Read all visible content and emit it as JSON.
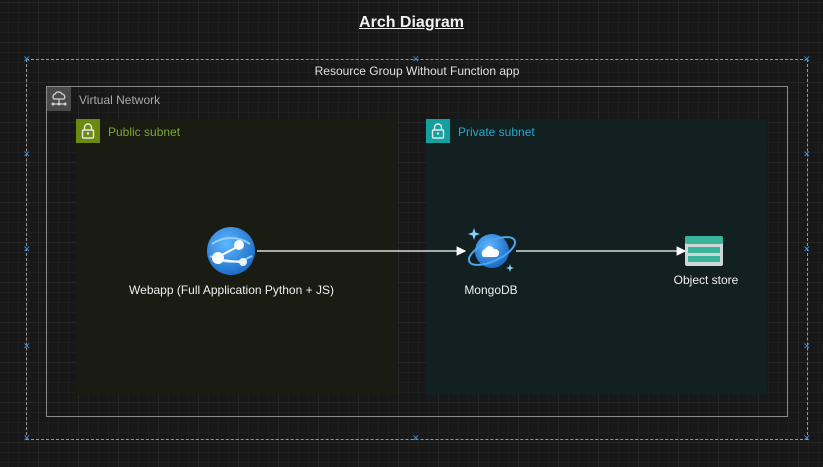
{
  "title": "Arch Diagram",
  "resource_group": {
    "label": "Resource Group Without Function app"
  },
  "virtual_network": {
    "label": "Virtual Network",
    "icon": "cloud-network-icon"
  },
  "subnets": [
    {
      "label": "Public subnet",
      "icon": "lock-icon",
      "color": "#6a8a10"
    },
    {
      "label": "Private subnet",
      "icon": "lock-icon",
      "color": "#12a0a0"
    }
  ],
  "nodes": [
    {
      "id": "webapp",
      "label": "Webapp (Full Application Python + JS)",
      "icon": "azure-app-service-icon"
    },
    {
      "id": "mongodb",
      "label": "MongoDB",
      "icon": "cosmos-db-icon"
    },
    {
      "id": "objectstore",
      "label": "Object store",
      "icon": "storage-icon"
    }
  ],
  "edges": [
    {
      "from": "webapp",
      "to": "mongodb"
    },
    {
      "from": "mongodb",
      "to": "objectstore"
    }
  ],
  "colors": {
    "accent": "#3d8fd8",
    "edge": "#ffffff"
  }
}
